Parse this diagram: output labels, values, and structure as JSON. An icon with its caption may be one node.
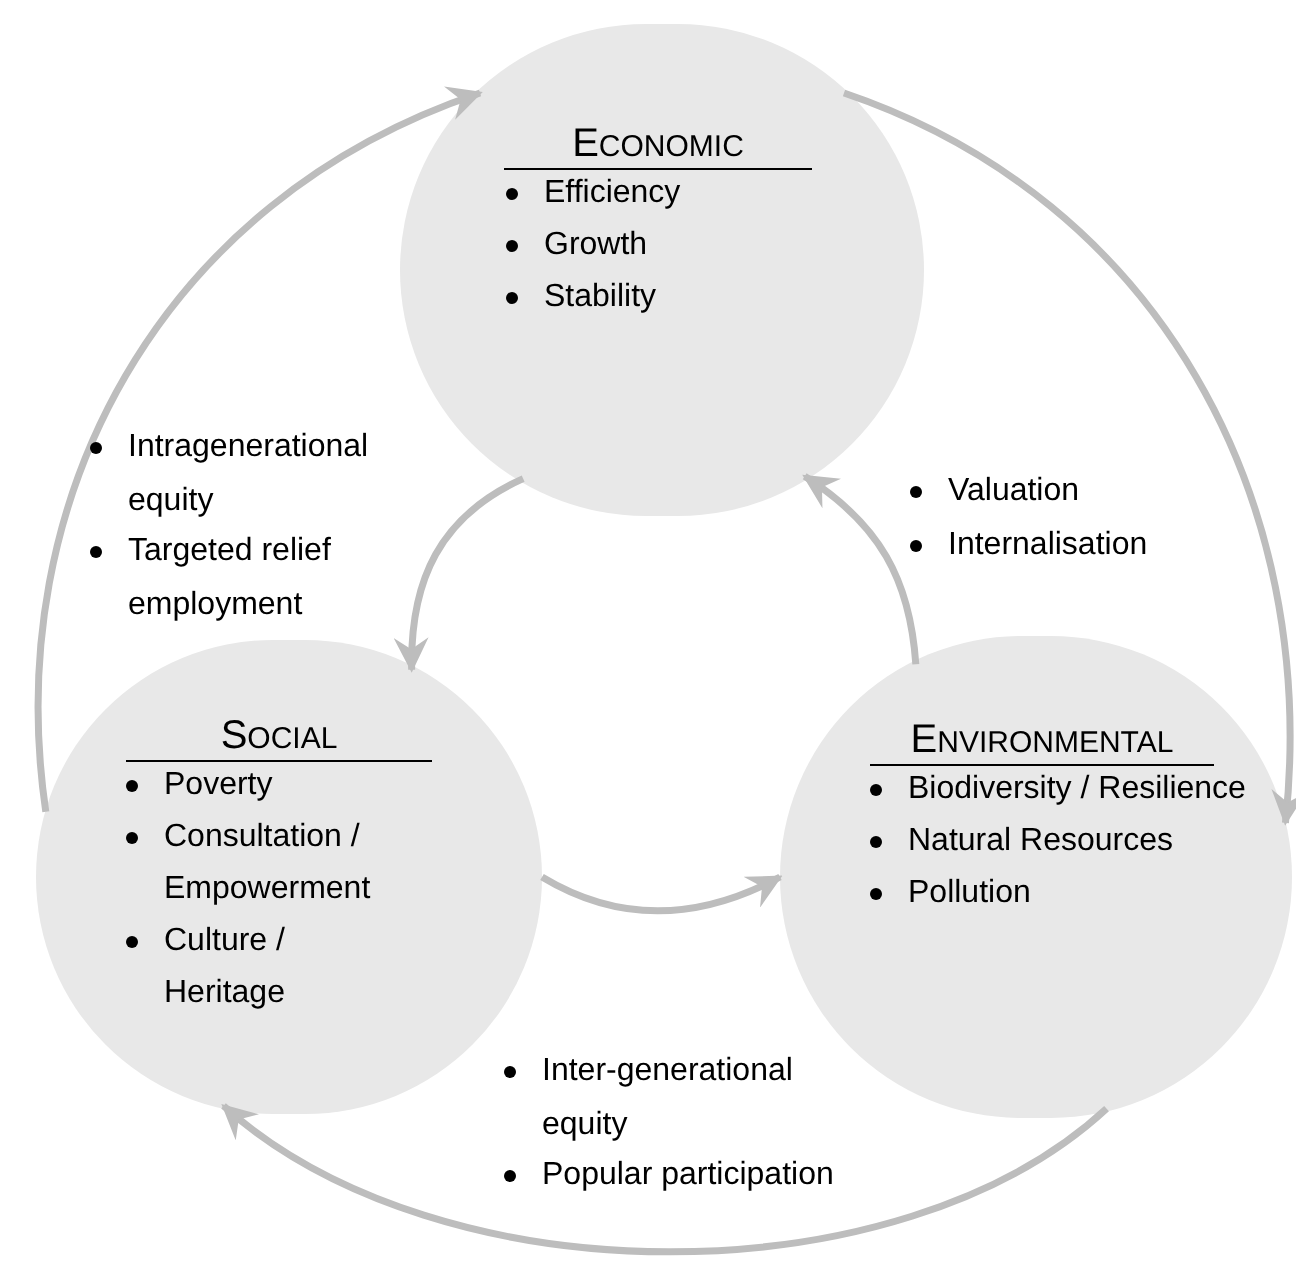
{
  "diagram": {
    "nodes": [
      {
        "text": [
          "ECONOMIC",
          "Efficiency",
          "Growth",
          "Stability"
        ]
      },
      {
        "text": [
          "SOCIAL",
          "Poverty",
          "Consultation / Empowerment",
          "Culture / Heritage"
        ]
      },
      {
        "text": [
          "ENVIRONMENTAL",
          "Biodiversity / Resilience",
          "Natural Resources",
          "Pollution"
        ]
      }
    ],
    "edges": [
      {
        "from": 1,
        "to": 0,
        "arrow": "to"
      },
      {
        "from": 0,
        "to": 2,
        "arrow": "to"
      },
      {
        "from": 2,
        "to": 1,
        "arrow": "to"
      },
      {
        "from": 0,
        "to": 1,
        "arrow": "to"
      },
      {
        "from": 2,
        "to": 0,
        "arrow": "to"
      },
      {
        "from": 1,
        "to": 2,
        "arrow": "to"
      }
    ],
    "labels": [
      "Intragenerational equity",
      "Targeted relief employment",
      "Valuation",
      "Internalisation",
      "Inter-generational equity",
      "Popular participation"
    ]
  }
}
